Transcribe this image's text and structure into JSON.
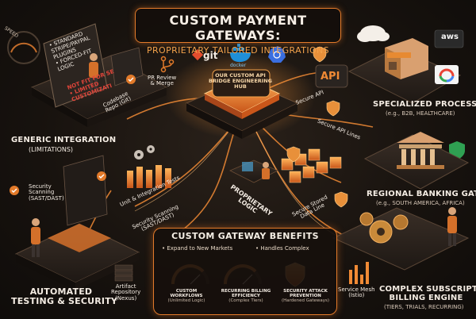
{
  "title": {
    "line1": "CUSTOM PAYMENT GATEWAYS:",
    "line2": "PROPRIETARY TAILORED INTEGRATIONS"
  },
  "hub": {
    "label": "OUR CUSTOM API BRIDGE ENGINEERING HUB"
  },
  "logos": {
    "git": "git",
    "docker": "docker",
    "api": "API",
    "aws": "aws"
  },
  "generic": {
    "speed": "SPEED",
    "board_lines": [
      "• STANDARD",
      "STRIPE/PAYPAL",
      "PLUGINS",
      "• FORCED-FIT",
      "LOGIC"
    ],
    "not_fit": "NOT FIT FOR",
    "not_fit_tail": "SE",
    "limited": "• LIMITED",
    "customized": "CUSTOMIZATI",
    "heading": "GENERIC INTEGRATION",
    "sub": "(LIMITATIONS)"
  },
  "flow_labels": {
    "pr_review": "PR Review",
    "merge": "& Merge",
    "codebase": "Codebase",
    "repo": "Repo (Git)",
    "secure_api": "Secure API",
    "secure_api_lines": "Secure API Lines",
    "unit_tests": "Unit & Integration Tests",
    "security_scanning_top": "Security",
    "security_scanning_mid": "Scanning",
    "security_scanning_bot": "(SAST/DAST)",
    "security_scanning_path": "Security Scanning",
    "security_scanning_path_sub": "(SAST/DAST)",
    "proprietary": "PROPRIETARY",
    "logic": "LOGIC",
    "secure_data": "Secure Stored",
    "data_line": "Data Line",
    "artifact": "Artifact",
    "repository": "Repository",
    "nexus": "(Nexus)",
    "service_mesh": "Service Mesh",
    "istio": "(Istio)"
  },
  "right": {
    "processor_heading": "SPECIALIZED PROCESSOR",
    "processor_sub": "(e.g., B2B, HEALTHCARE)",
    "banking_heading": "REGIONAL BANKING GATEWAY",
    "banking_sub": "(e.g., SOUTH AMERICA, AFRICA)",
    "billing_heading1": "COMPLEX SUBSCRIPTION",
    "billing_heading2": "BILLING ENGINE",
    "billing_sub": "(TIERS, TRIALS, RECURRING)"
  },
  "automated": {
    "heading1": "AUTOMATED",
    "heading2": "TESTING & SECURITY"
  },
  "benefits": {
    "title": "CUSTOM GATEWAY BENEFITS",
    "top_left": "• Expand to New Markets",
    "top_right": "• Handles Complex",
    "items": [
      {
        "title": "CUSTOM",
        "title2": "WORKFLOWS",
        "sub": "(Unlimited Logic)"
      },
      {
        "title": "RECURRING BILLING",
        "title2": "EFFICIENCY",
        "sub": "(Complex Tiers)"
      },
      {
        "title": "SECURITY ATTACK",
        "title2": "PREVENTION",
        "sub": "(Hardened Gateways)"
      }
    ]
  },
  "colors": {
    "accent": "#e27a2a",
    "glow": "#f6a24a",
    "background": "#14100d"
  }
}
